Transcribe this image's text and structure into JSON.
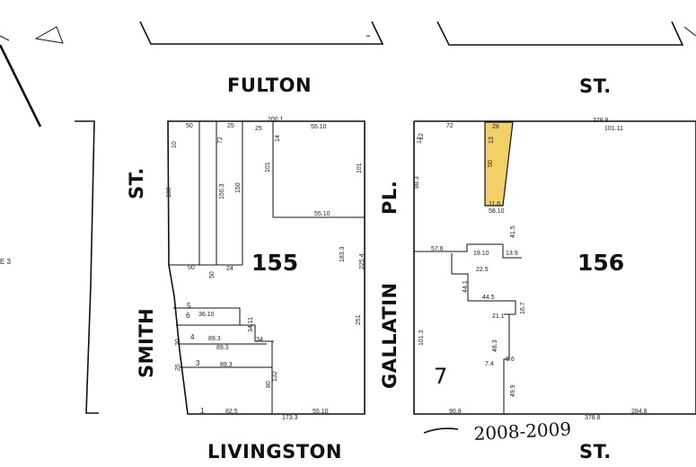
{
  "streets": {
    "fulton_left": "FULTON",
    "fulton_right": "ST.",
    "smith_top": "ST.",
    "smith_bottom": "SMITH",
    "gallatin_top": "PL.",
    "gallatin_bottom": "GALLATIN",
    "livingston": "LIVINGSTON",
    "livingston_right": "ST."
  },
  "blocks": {
    "left": "155",
    "right": "156"
  },
  "lots": {
    "lot_7": "7",
    "lot_1": "1",
    "lot_3": "3",
    "lot_4": "4",
    "lot_5": "5",
    "lot_6": "6"
  },
  "margin_note": "E 3",
  "handwritten_note": "2008-2009",
  "dimensions": {
    "l_top_1": "50",
    "l_top_2": "25",
    "l_top_3": "25",
    "l_top_4": "200.1",
    "l_top_5": "55.10",
    "l_left_1": "10",
    "l_left_2": "100",
    "l_c1": "72",
    "l_c2": "150.3",
    "l_c3": "150",
    "l_c4": "14",
    "l_c5": "101",
    "l_c6": "101",
    "l_mid_1": "55.10",
    "l_mid_2": "50",
    "l_mid_3": "24",
    "l_mid_4": "50",
    "l_mid_5": "251",
    "l_right_1": "183.3",
    "l_right_2": "225.4",
    "l_s1": "36.10",
    "l_s2": "34.11",
    "l_s3": "89.3",
    "l_s4": "89.3",
    "l_s5": "34",
    "l_s6": "89.3",
    "l_s7": "80",
    "l_s8": "132",
    "l_s9": "82.5",
    "l_s10": "55.10",
    "l_s11": "173.3",
    "l_s12": "20",
    "l_s13": "25",
    "r_top_1": "12",
    "r_top_2": "72",
    "r_top_3": "28",
    "r_top_4": "378.8",
    "r_top_5": "101.11",
    "r_left_1": "12",
    "r_left_2": "88.3",
    "r_left_3": "101.3",
    "r_strip_1": "13",
    "r_strip_2": "50",
    "r_strip_3": "11.6",
    "r_strip_4": "58.10",
    "r_mid_1": "41.5",
    "r_mid_2": "57.6",
    "r_mid_3": "19.10",
    "r_mid_4": "13.9",
    "r_mid_5": "44.1",
    "r_mid_6": "22.5",
    "r_mid_7": "44.5",
    "r_mid_8": "21.1",
    "r_mid_9": "16.7",
    "r_mid_10": "48.3",
    "r_mid_11": "7.4",
    "r_mid_12": "6.6",
    "r_mid_13": "49.9",
    "r_bot_1": "90.8",
    "r_bot_2": "284.8",
    "r_bot_3": "378.8"
  },
  "colors": {
    "highlight": "#f2d067",
    "ink": "#111111"
  }
}
